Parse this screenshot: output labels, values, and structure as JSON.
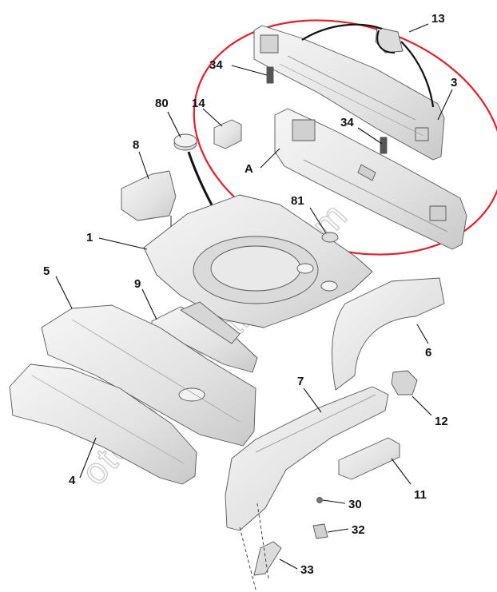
{
  "watermark": "otoyedekmarket.com",
  "colors": {
    "part_fill": "#ececec",
    "part_shade": "#cfcfcf",
    "part_stroke": "#555555",
    "leader": "#111111",
    "highlight_ring": "#e0202a"
  },
  "callouts": [
    {
      "id": "c13",
      "label": "13"
    },
    {
      "id": "c3",
      "label": "3"
    },
    {
      "id": "c34a",
      "label": "34"
    },
    {
      "id": "c34b",
      "label": "34"
    },
    {
      "id": "cA",
      "label": "A"
    },
    {
      "id": "c80",
      "label": "80"
    },
    {
      "id": "c14",
      "label": "14"
    },
    {
      "id": "c8",
      "label": "8"
    },
    {
      "id": "c81",
      "label": "81"
    },
    {
      "id": "c1",
      "label": "1"
    },
    {
      "id": "c5",
      "label": "5"
    },
    {
      "id": "c9",
      "label": "9"
    },
    {
      "id": "c6",
      "label": "6"
    },
    {
      "id": "c7",
      "label": "7"
    },
    {
      "id": "c12",
      "label": "12"
    },
    {
      "id": "c4",
      "label": "4"
    },
    {
      "id": "c11",
      "label": "11"
    },
    {
      "id": "c30",
      "label": "30"
    },
    {
      "id": "c32",
      "label": "32"
    },
    {
      "id": "c33",
      "label": "33"
    }
  ]
}
